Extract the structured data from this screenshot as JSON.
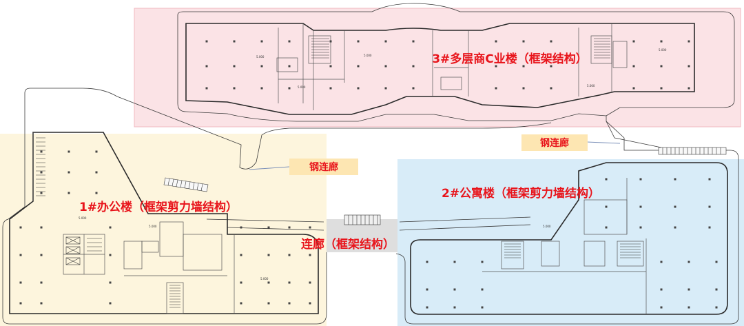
{
  "colors": {
    "zone_commercial": "#fbe3e6",
    "zone_office": "#fdf5dd",
    "zone_apartment": "#d8ecf8",
    "zone_corridor": "#dedede",
    "label_red": "#e8141b",
    "callout_bg": "#fde6b2",
    "wall": "#2a2a2a"
  },
  "zones": {
    "commercial": {
      "label": "3#多层商C业楼（框架结构）"
    },
    "office": {
      "label": "1#办公楼（框架剪力墙结构）"
    },
    "apartment": {
      "label": "2#公寓楼（框架剪力墙结构）"
    },
    "corridor": {
      "label": "连廊（框架结构）"
    }
  },
  "callouts": {
    "steel_bridge_left": "钢连廊",
    "steel_bridge_right": "钢连廊"
  },
  "elevations": {
    "e1": "5.000",
    "e2": "5.000",
    "e3": "5.000",
    "e4": "5.000",
    "e5": "5.000",
    "e6": "5.000",
    "e7": "5.000",
    "e8": "5.000",
    "e9": "5.000"
  }
}
